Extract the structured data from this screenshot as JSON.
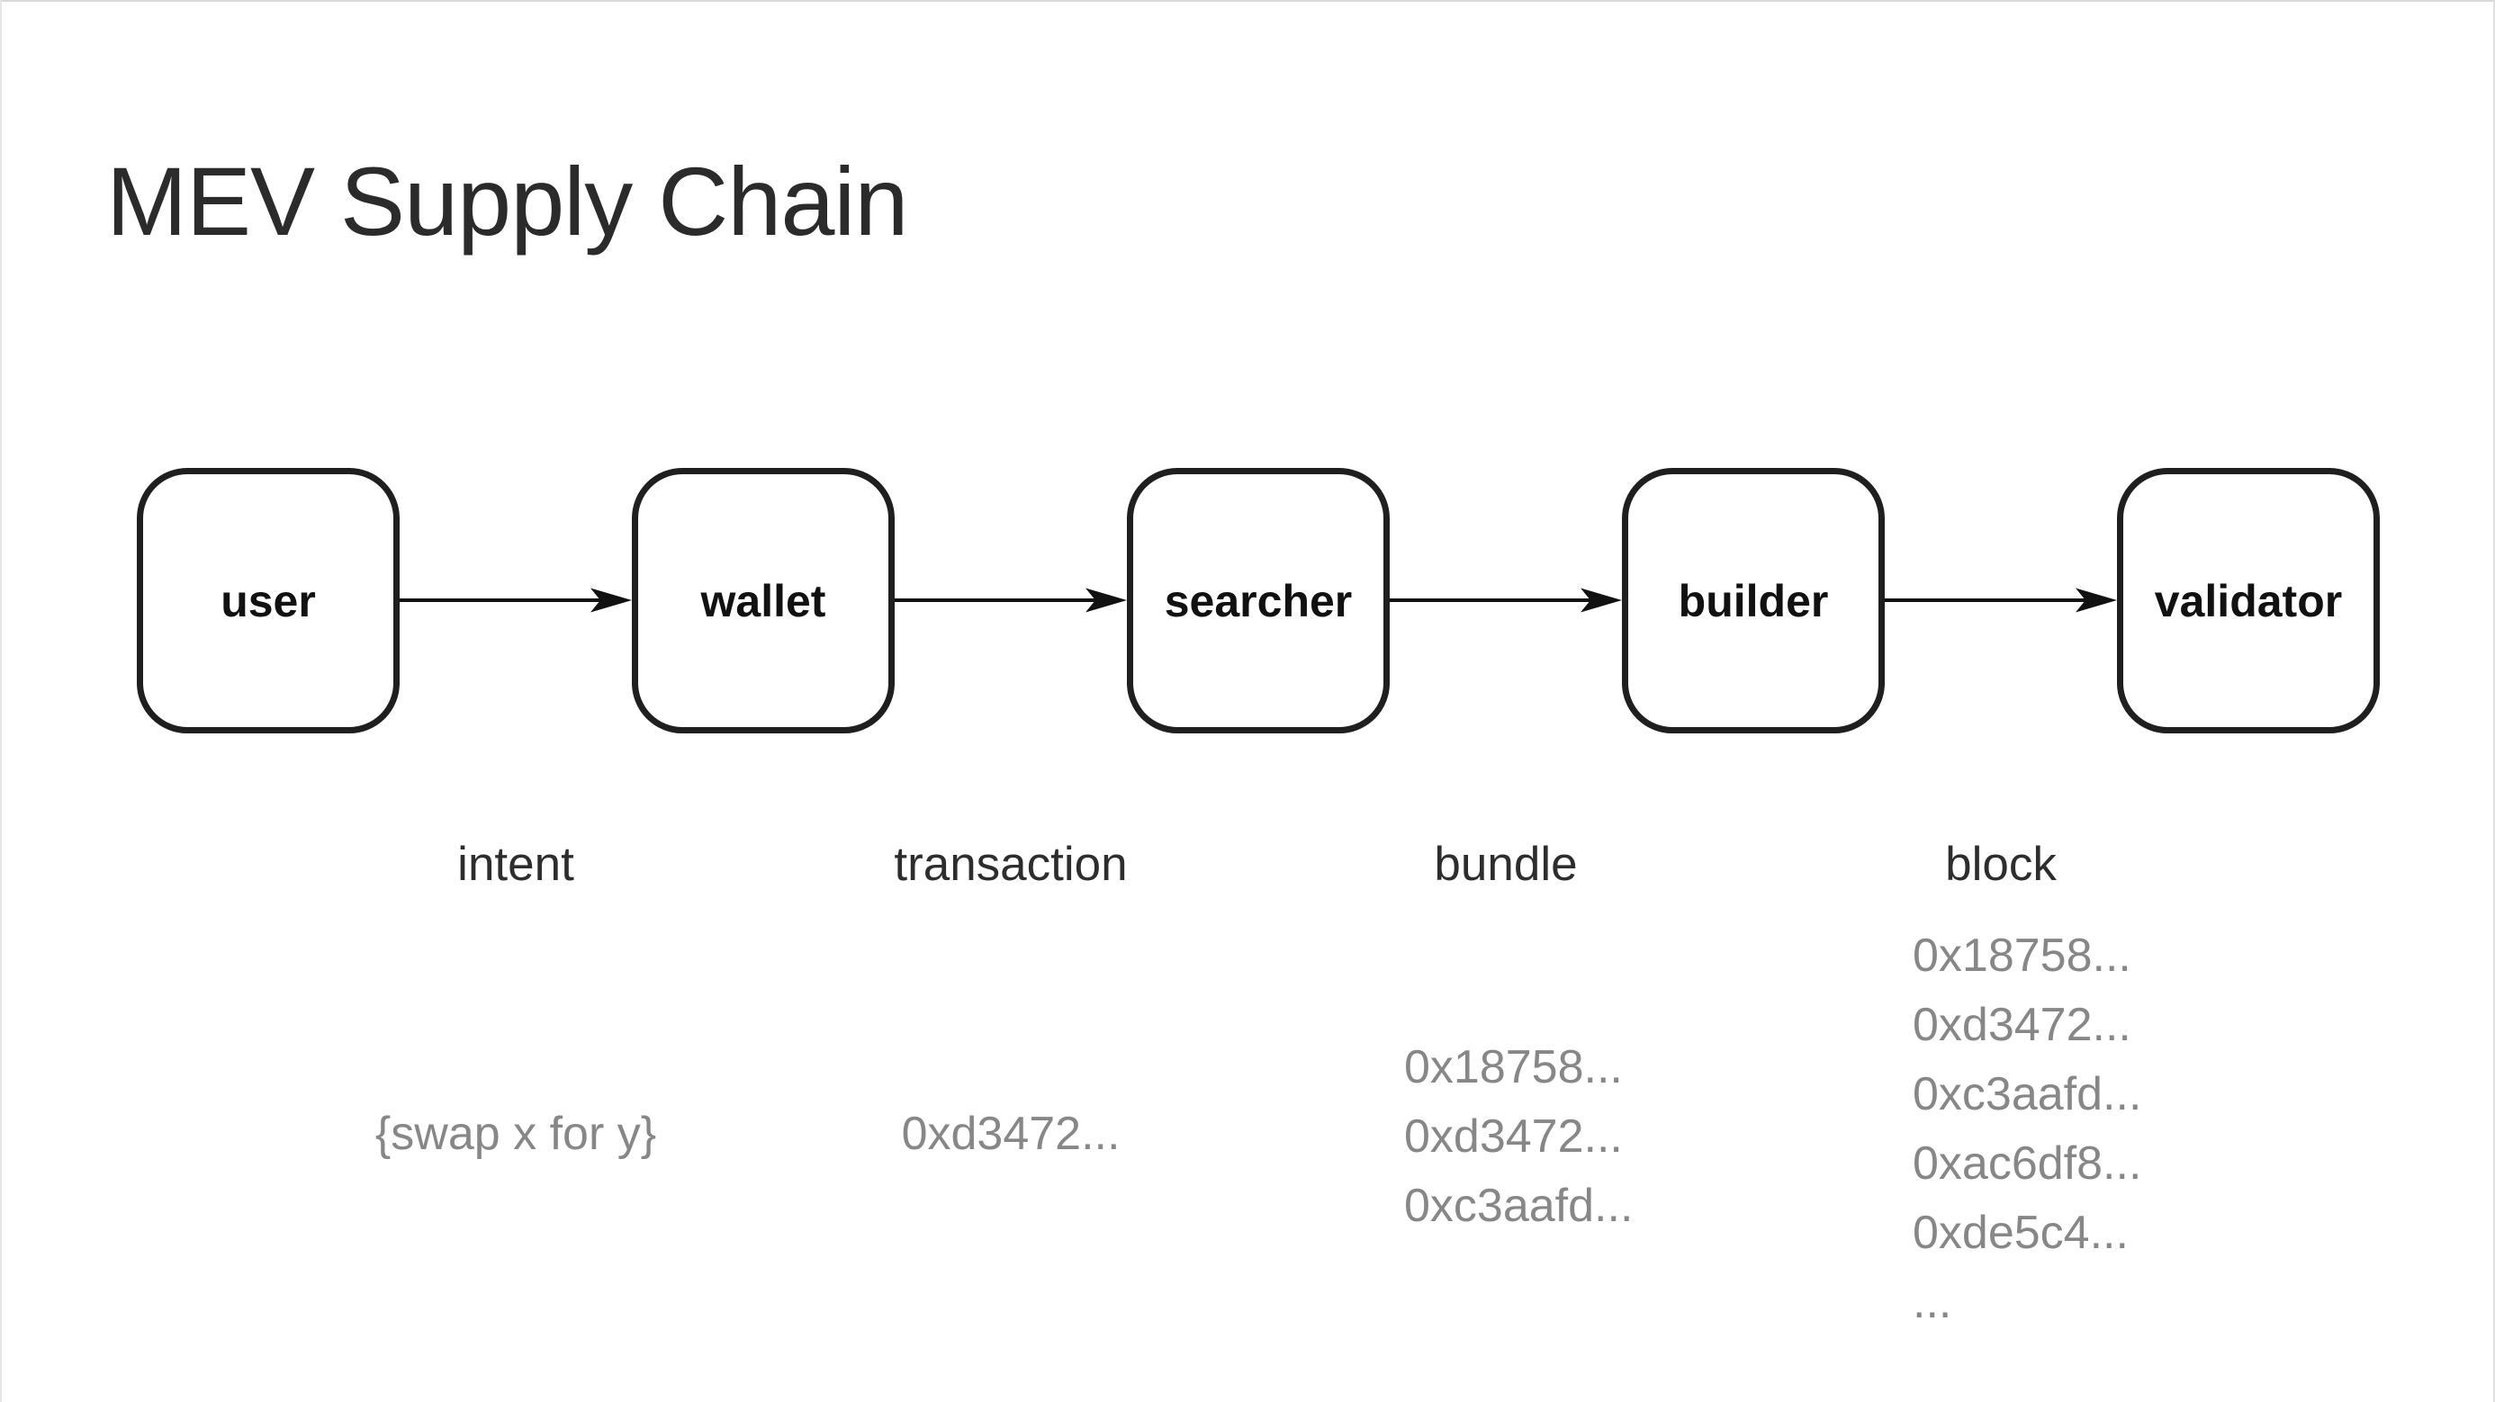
{
  "page": {
    "title": "MEV Supply Chain"
  },
  "diagram": {
    "nodes": [
      {
        "id": "user",
        "label": "user"
      },
      {
        "id": "wallet",
        "label": "wallet"
      },
      {
        "id": "searcher",
        "label": "searcher"
      },
      {
        "id": "builder",
        "label": "builder"
      },
      {
        "id": "validator",
        "label": "validator"
      }
    ],
    "edges": [
      {
        "from": "user",
        "to": "wallet",
        "artifact": "intent",
        "payload": [
          "{swap x for y}"
        ]
      },
      {
        "from": "wallet",
        "to": "searcher",
        "artifact": "transaction",
        "payload": [
          "0xd3472..."
        ]
      },
      {
        "from": "searcher",
        "to": "builder",
        "artifact": "bundle",
        "payload": [
          "0x18758...",
          "0xd3472...",
          "0xc3aafd..."
        ]
      },
      {
        "from": "builder",
        "to": "validator",
        "artifact": "block",
        "payload": [
          "0x18758...",
          "0xd3472...",
          "0xc3aafd...",
          "0xac6df8...",
          "0xde5c4...",
          "..."
        ]
      }
    ],
    "colors": {
      "background": "#ffffff",
      "node_border": "#1f1f1f",
      "node_text": "#111111",
      "artifact_text": "#2d2d2d",
      "payload_text": "#878787",
      "arrow": "#111111",
      "title_text": "#2b2b2b"
    }
  }
}
